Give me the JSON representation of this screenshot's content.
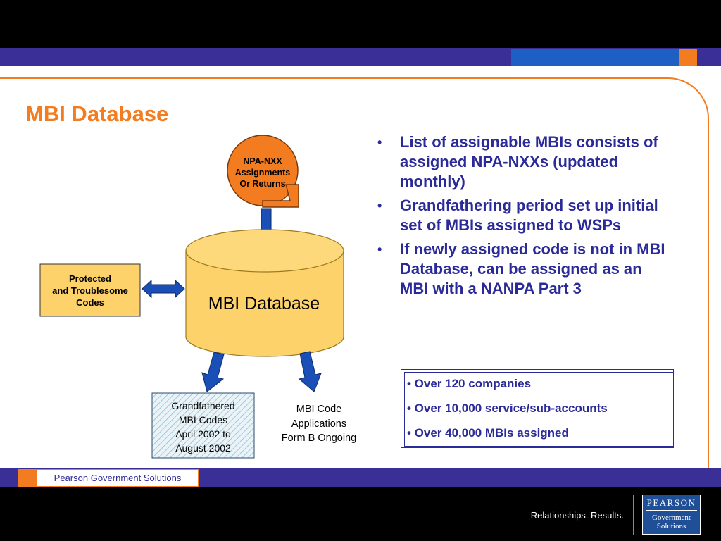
{
  "slide": {
    "title": "MBI Database",
    "bullets": [
      "List of assignable MBIs consists of assigned NPA-NXXs (updated monthly)",
      "Grandfathering period set up initial set of MBIs assigned to WSPs",
      "If newly assigned code is not in MBI Database, can be assigned as an MBI with a NANPA Part 3"
    ],
    "stats": [
      "• Over 120 companies",
      "• Over 10,000 service/sub-accounts",
      "• Over 40,000 MBIs assigned"
    ]
  },
  "diagram": {
    "database_label": "MBI Database",
    "npa_nxx_label": [
      "NPA-NXX",
      "Assignments",
      "Or Returns"
    ],
    "protected_label": [
      "Protected",
      "and Troublesome",
      "Codes"
    ],
    "grandfathered_label": [
      "Grandfathered",
      "MBI Codes",
      "April 2002 to",
      "August 2002"
    ],
    "mbi_code_label": [
      "MBI Code",
      "Applications",
      "Form B Ongoing"
    ]
  },
  "footer": {
    "org": "Pearson Government Solutions",
    "tagline": "Relationships. Results.",
    "logo_word": "PEARSON",
    "logo_sub": [
      "Government",
      "Solutions"
    ]
  },
  "colors": {
    "accent_orange": "#f47c20",
    "navy": "#3a2f96",
    "text_blue": "#2b2a99",
    "cylinder_fill": "#fdd26b",
    "arrow_blue": "#1a4fb8",
    "logo_blue": "#1f4f96"
  }
}
